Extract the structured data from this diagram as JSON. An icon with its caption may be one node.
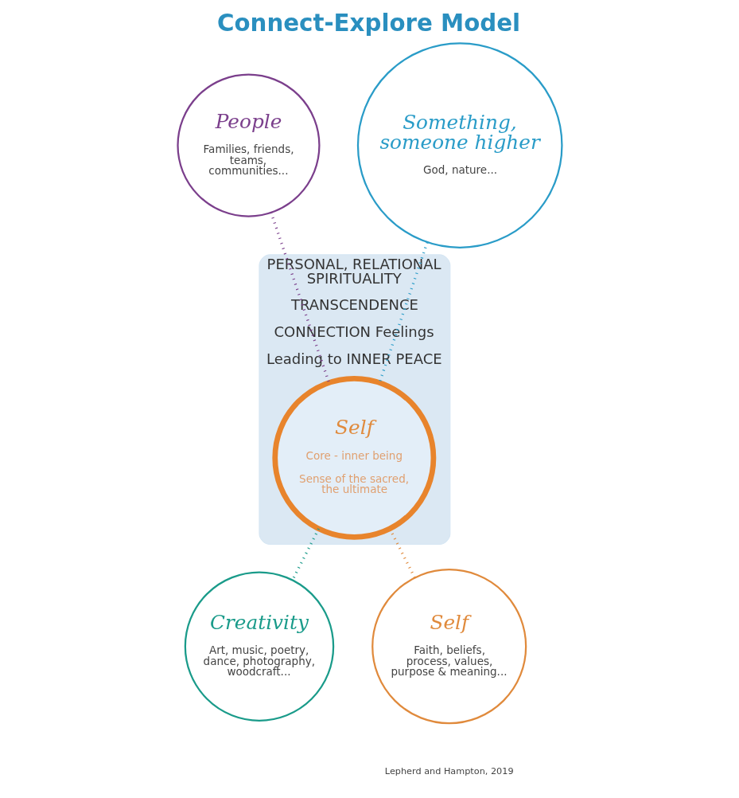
{
  "diagram": {
    "title": "Connect-Explore Model",
    "caption": "Lepherd and Hampton, 2019",
    "nodes": [
      {
        "text": [
          "PERSONAL, RELATIONAL SPIRITUALITY",
          "TRANSCENDENCE",
          "CONNECTION Feelings",
          "Leading to INNER PEACE"
        ]
      },
      {
        "text": [
          "People",
          "Families, friends, teams, communities..."
        ]
      },
      {
        "text": [
          "Something, someone higher",
          "God, nature..."
        ]
      },
      {
        "text": [
          "Self",
          "Core - inner being",
          "Sense of the sacred, the ultimate"
        ],
        "in": 0
      },
      {
        "text": [
          "Creativity",
          "Art, music, poetry, dance, photography, woodcraft..."
        ]
      },
      {
        "text": [
          "Self",
          "Faith, beliefs, process, values, purpose & meaning..."
        ]
      }
    ],
    "edges": [
      {
        "from": 1,
        "to": 3,
        "arrow": "none",
        "style": "dashed",
        "color": "#7b3f8c"
      },
      {
        "from": 2,
        "to": 3,
        "arrow": "none",
        "style": "dashed",
        "color": "#2a9cc8"
      },
      {
        "from": 3,
        "to": 4,
        "arrow": "none",
        "style": "dashed",
        "color": "#1a9b8a"
      },
      {
        "from": 3,
        "to": 5,
        "arrow": "none",
        "style": "dashed",
        "color": "#e08a3c"
      }
    ]
  }
}
